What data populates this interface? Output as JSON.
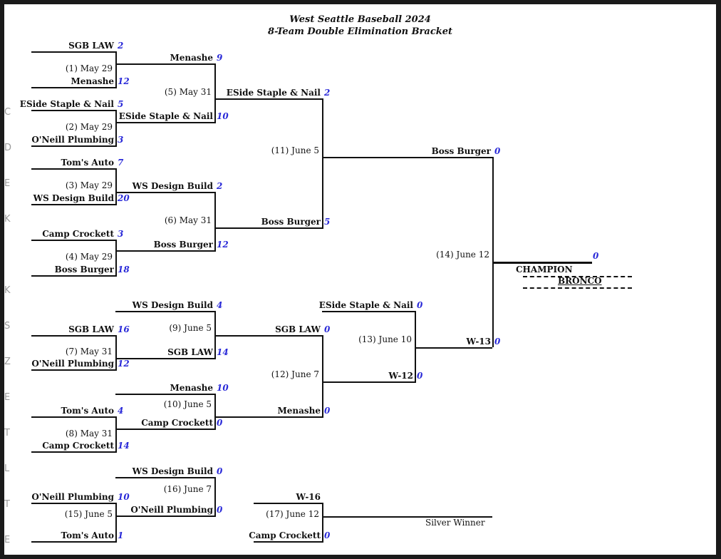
{
  "title_line1": "West Seattle Baseball 2024",
  "title_line2": "8-Team Double Elimination Bracket",
  "ghost_letters": [
    "C",
    "D",
    "E",
    "K",
    "K",
    "S",
    "Z",
    "E",
    "T",
    "L",
    "T",
    "E"
  ],
  "slots": {
    "r1a": {
      "team": "SGB LAW",
      "score": "2"
    },
    "r1b": {
      "team": "Menashe",
      "score": "12"
    },
    "r1c": {
      "team": "ESide Staple & Nail",
      "score": "5"
    },
    "r1d": {
      "team": "O'Neill Plumbing",
      "score": "3"
    },
    "r1e": {
      "team": "Tom's Auto",
      "score": "7"
    },
    "r1f": {
      "team": "WS Design Build",
      "score": "20"
    },
    "r1g": {
      "team": "Camp Crockett",
      "score": "3"
    },
    "r1h": {
      "team": "Boss Burger",
      "score": "18"
    },
    "r2a": {
      "team": "Menashe",
      "score": "9"
    },
    "r2b": {
      "team": "ESide Staple & Nail",
      "score": "10"
    },
    "r2c": {
      "team": "WS Design Build",
      "score": "2"
    },
    "r2d": {
      "team": "Boss Burger",
      "score": "12"
    },
    "r3a": {
      "team": "ESide Staple & Nail",
      "score": "2"
    },
    "r3b": {
      "team": "Boss Burger",
      "score": "5"
    },
    "r4a": {
      "team": "Boss Burger",
      "score": "0"
    },
    "lb1a": {
      "team": "SGB LAW",
      "score": "16"
    },
    "lb1b": {
      "team": "O'Neill Plumbing",
      "score": "12"
    },
    "lb1c": {
      "team": "Tom's Auto",
      "score": "4"
    },
    "lb1d": {
      "team": "Camp Crockett",
      "score": "14"
    },
    "lb2a": {
      "team": "WS Design Build",
      "score": "4"
    },
    "lb2b": {
      "team": "SGB LAW",
      "score": "14"
    },
    "lb2c": {
      "team": "Menashe",
      "score": "10"
    },
    "lb2d": {
      "team": "Camp Crockett",
      "score": "0"
    },
    "lb3a": {
      "team": "SGB LAW",
      "score": "0"
    },
    "lb3b": {
      "team": "Menashe",
      "score": "0"
    },
    "lb4a": {
      "team": "ESide Staple & Nail",
      "score": "0"
    },
    "lb4b": {
      "team": "W-12",
      "score": "0"
    },
    "lb5a": {
      "team": "W-13",
      "score": "0"
    },
    "sb1a": {
      "team": "O'Neill Plumbing",
      "score": "10"
    },
    "sb1b": {
      "team": "Tom's Auto",
      "score": "1"
    },
    "sb2a": {
      "team": "WS Design Build",
      "score": "0"
    },
    "sb2b": {
      "team": "O'Neill Plumbing",
      "score": "0"
    },
    "sb3a": {
      "team": "W-16",
      "score": ""
    },
    "sb3b": {
      "team": "Camp Crockett",
      "score": "0"
    }
  },
  "games": {
    "g1": "(1) May 29",
    "g2": "(2) May 29",
    "g3": "(3) May 29",
    "g4": "(4) May 29",
    "g5": "(5) May 31",
    "g6": "(6) May 31",
    "g7": "(7) May 31",
    "g8": "(8) May 31",
    "g9": "(9) June 5",
    "g10": "(10) June 5",
    "g11": "(11) June 5",
    "g12": "(12) June 7",
    "g13": "(13) June 10",
    "g14": "(14) June 12",
    "g15": "(15) June 5",
    "g16": "(16) June 7",
    "g17": "(17) June 12"
  },
  "champion": {
    "label": "CHAMPION",
    "name": "BRONCO",
    "score": "0"
  },
  "silver_label": "Silver Winner"
}
